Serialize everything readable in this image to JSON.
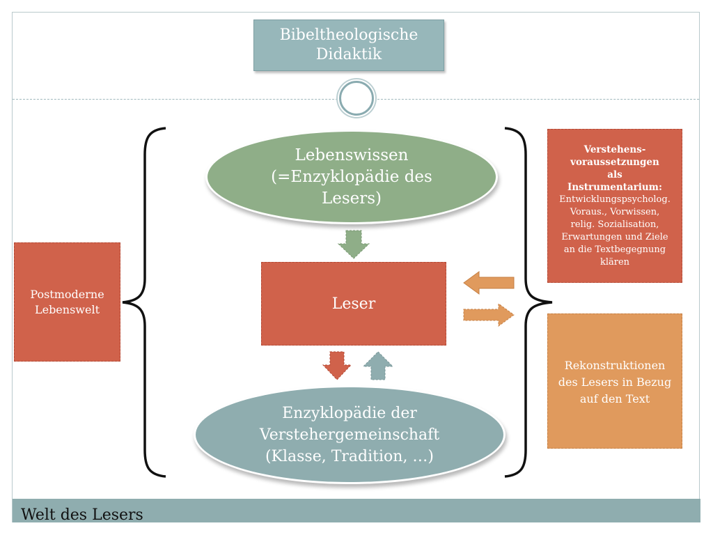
{
  "title": {
    "line1": "Bibeltheologische",
    "line2": "Didaktik"
  },
  "ellipse_top": {
    "line1": "Lebenswissen",
    "line2": "(=Enzyklopädie des",
    "line3": "Lesers)"
  },
  "center_box": {
    "label": "Leser"
  },
  "ellipse_bottom": {
    "line1": "Enzyklopädie der",
    "line2": "Verstehergemeinschaft",
    "line3": "(Klasse, Tradition, …)"
  },
  "left_box": {
    "line1": "Postmoderne",
    "line2": "Lebenswelt"
  },
  "right_top_box": {
    "bold_lines": [
      "Verstehens-",
      "voraussetzungen",
      "als",
      "Instrumentarium:"
    ],
    "lines": [
      "Entwicklungspsycholog.",
      "Voraus., Vorwissen,",
      "relig. Sozialisation,",
      "Erwartungen und Ziele",
      "an die Textbegegnung",
      "klären"
    ]
  },
  "right_bottom_box": {
    "line1": "Rekonstruktionen",
    "line2": "des Lesers in Bezug",
    "line3": "auf den Text"
  },
  "footer": {
    "title": "Welt des Lesers"
  },
  "colors": {
    "green": "#8fae88",
    "teal": "#8fadaf",
    "red": "#d0624b",
    "orange": "#e09a5d"
  }
}
